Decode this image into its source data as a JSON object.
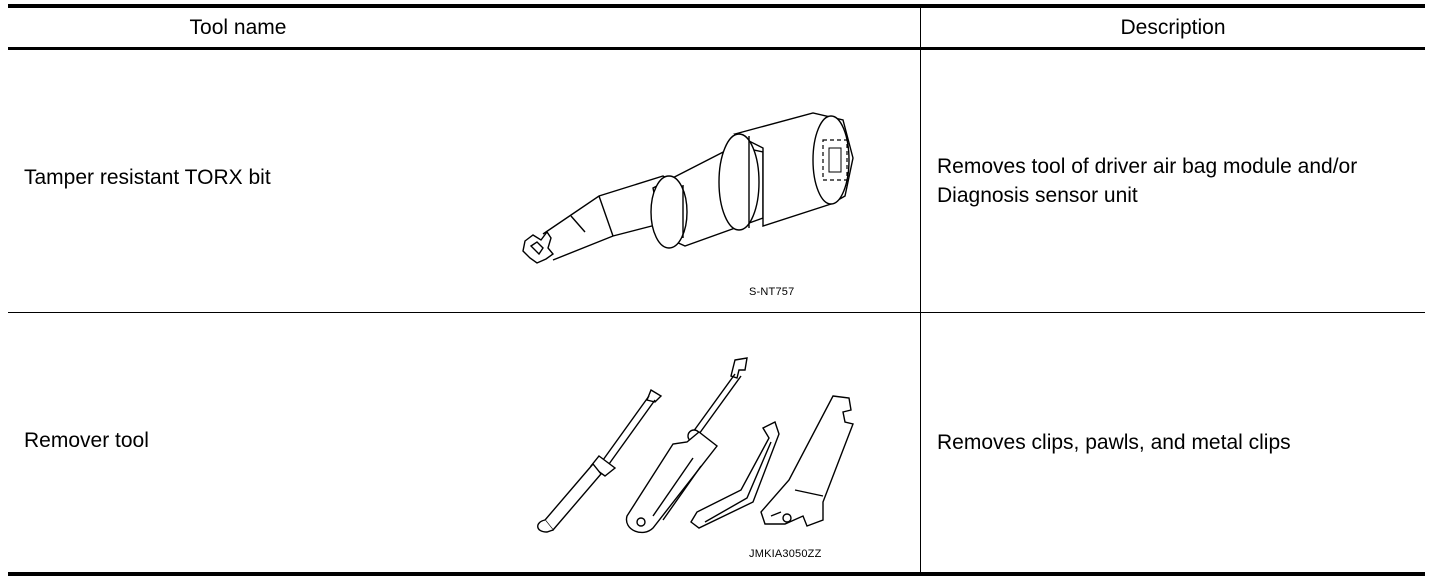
{
  "table": {
    "header": {
      "tool_name": "Tool name",
      "description": "Description"
    },
    "rows": [
      {
        "tool_name": "Tamper resistant TORX bit",
        "figure_code": "S-NT757",
        "description_lines": [
          "Removes tool of driver air bag module and/or",
          "Diagnosis sensor unit"
        ]
      },
      {
        "tool_name": "Remover tool",
        "figure_code": "JMKIA3050ZZ",
        "description_lines": [
          "Removes clips, pawls, and metal clips"
        ]
      }
    ]
  }
}
